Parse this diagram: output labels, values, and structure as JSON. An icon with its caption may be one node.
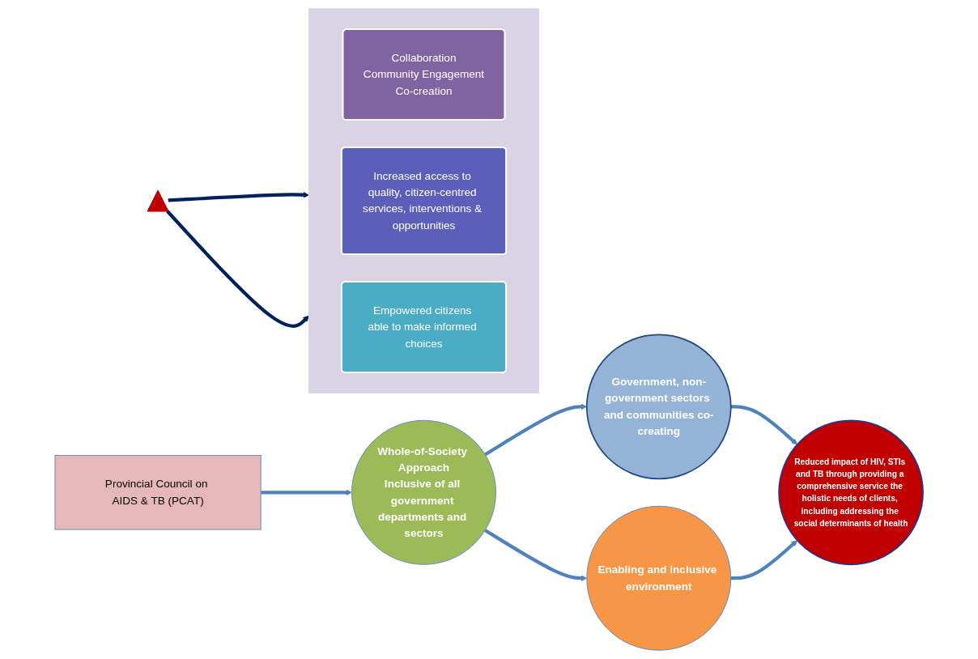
{
  "diagram": {
    "nodes": [
      {
        "text": [
          "Provincial Council on AIDS & TB (PCAT)"
        ]
      },
      {
        "text": [
          "Whole-of-Society Approach",
          "Inclusive of all government departments and sectors"
        ]
      },
      {
        "text": [
          "Government, non-government sectors and communities co-creating"
        ]
      },
      {
        "text": [],
        "shape": "triangle"
      },
      {
        "text": [],
        "shape": "arrow"
      },
      {
        "text": [
          "Collaboration",
          "Community Engagement",
          "Co-creation"
        ],
        "in": 4
      },
      {
        "text": [
          "Increased access to quality, citizen-centred services, interventions & opportunities"
        ],
        "in": 4
      },
      {
        "text": [
          "Empowered citizens able to make informed choices"
        ],
        "in": 4
      },
      {
        "text": [
          "Reduced impact of HIV, STIs and TB through providing a comprehensive service the holistic needs of clients, including addressing the social determinants of health"
        ]
      },
      {
        "text": [
          "Enabling and inclusive environment"
        ]
      }
    ],
    "edges": [
      {
        "from": 0,
        "to": 1,
        "arrow": "to"
      },
      {
        "from": 1,
        "to": 2,
        "arrow": "to"
      },
      {
        "from": 1,
        "to": 9,
        "arrow": "to"
      },
      {
        "from": 3,
        "to": 4,
        "arrow": "to",
        "color": "#002060"
      },
      {
        "from": 3,
        "to": 4,
        "arrow": "to",
        "color": "#002060"
      },
      {
        "from": 2,
        "to": 8,
        "arrow": "to"
      },
      {
        "from": 9,
        "to": 8,
        "arrow": "to"
      }
    ]
  }
}
